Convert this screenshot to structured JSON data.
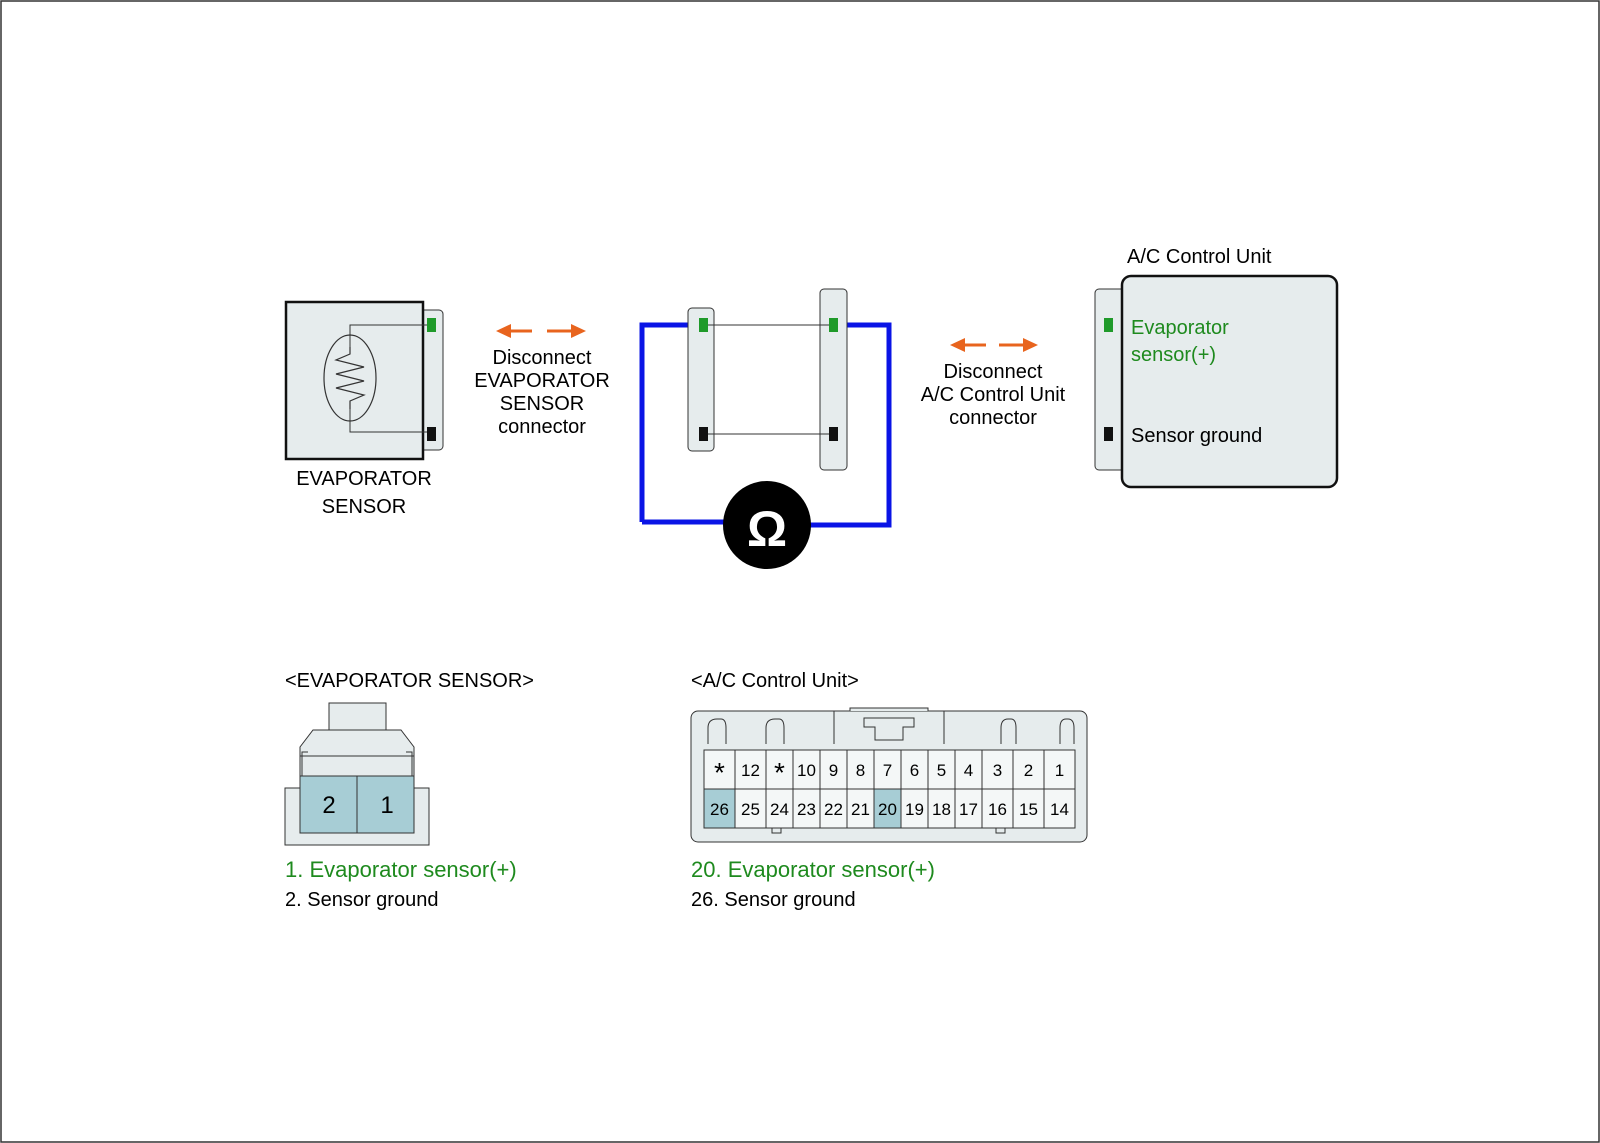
{
  "colors": {
    "green_text": "#1e8a1e",
    "green_terminal": "#1f9a2a",
    "wire_blue": "#0a14e6",
    "arrow_orange": "#e8641e",
    "connector_fill": "#e6eced",
    "highlight_pin": "#a7cdd5"
  },
  "evaporator_sensor": {
    "label_line1": "EVAPORATOR",
    "label_line2": "SENSOR"
  },
  "disconnect_sensor": {
    "line1": "Disconnect",
    "line2": "EVAPORATOR",
    "line3": "SENSOR",
    "line4": "connector"
  },
  "disconnect_ac": {
    "line1": "Disconnect",
    "line2": "A/C Control Unit",
    "line3": "connector"
  },
  "ohmmeter": {
    "symbol": "Ω"
  },
  "ac_control_unit": {
    "title": "A/C Control Unit",
    "pin_positive_line1": "Evaporator",
    "pin_positive_line2": "sensor(+)",
    "pin_ground": "Sensor ground"
  },
  "sensor_connector": {
    "title": "<EVAPORATOR SENSOR>",
    "pins": [
      "2",
      "1"
    ],
    "legend_1": "1. Evaporator sensor(+)",
    "legend_2": "2. Sensor ground"
  },
  "ac_connector": {
    "title": "<A/C Control Unit>",
    "top_row": [
      "*",
      "12",
      "*",
      "10",
      "9",
      "8",
      "7",
      "6",
      "5",
      "4",
      "3",
      "2",
      "1"
    ],
    "bottom_row": [
      "26",
      "25",
      "24",
      "23",
      "22",
      "21",
      "20",
      "19",
      "18",
      "17",
      "16",
      "15",
      "14"
    ],
    "highlighted_pins": [
      "26",
      "20"
    ],
    "legend_20": "20. Evaporator sensor(+)",
    "legend_26": "26. Sensor ground"
  }
}
